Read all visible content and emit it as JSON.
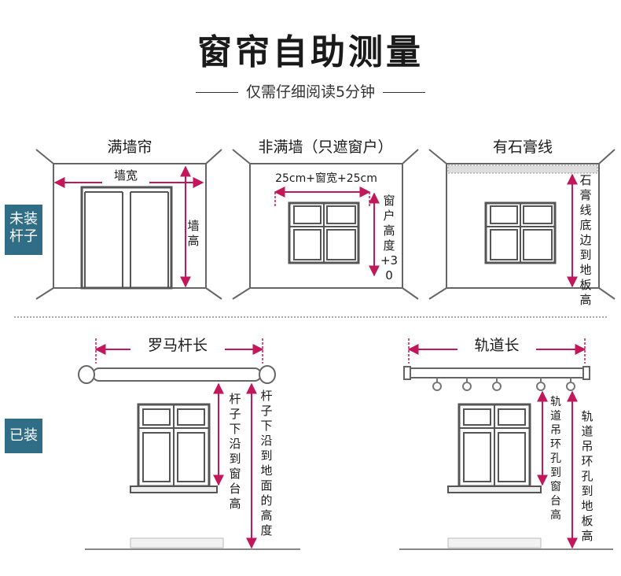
{
  "header": {
    "title": "窗帘自助测量",
    "subtitle": "仅需仔细阅读5分钟"
  },
  "tags": {
    "not_installed": "未装杆子",
    "installed": "已装"
  },
  "panels": {
    "full_wall": {
      "title": "满墙帘",
      "width_label": "墙宽",
      "height_label": "墙高"
    },
    "non_full_wall": {
      "title": "非满墙（只遮窗户）",
      "width_label": "25cm+窗宽+25cm",
      "height_label": "窗户高度+30"
    },
    "plaster_line": {
      "title": "有石膏线",
      "height_label": "石膏线底边到地板高"
    },
    "roman_rod": {
      "title": "罗马杆长",
      "label_to_sill": "杆子下沿到窗台高",
      "label_to_floor": "杆子下沿到地面的高度"
    },
    "track": {
      "title": "轨道长",
      "label_to_sill": "轨道吊环孔到窗台高",
      "label_to_floor": "轨道吊环孔到地板高"
    }
  },
  "colors": {
    "accent": "#2f6e86",
    "dimension": "#c2185b"
  }
}
